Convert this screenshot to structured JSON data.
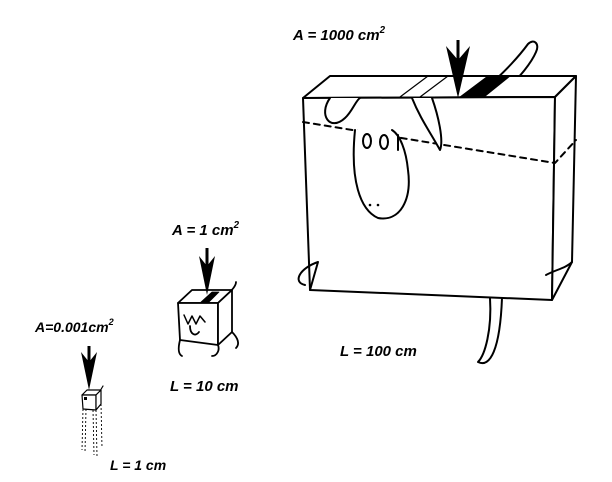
{
  "labels": {
    "small": {
      "area_text": "A=0.001cm",
      "area_exp": "2",
      "length": "L = 1 cm"
    },
    "medium": {
      "area_text": "A = 1 cm",
      "area_exp": "2",
      "length": "L = 10 cm"
    },
    "large": {
      "area_text": "A = 1000 cm",
      "area_exp": "2",
      "length": "L = 100 cm"
    }
  },
  "colors": {
    "ink": "#000000",
    "background": "#ffffff"
  }
}
